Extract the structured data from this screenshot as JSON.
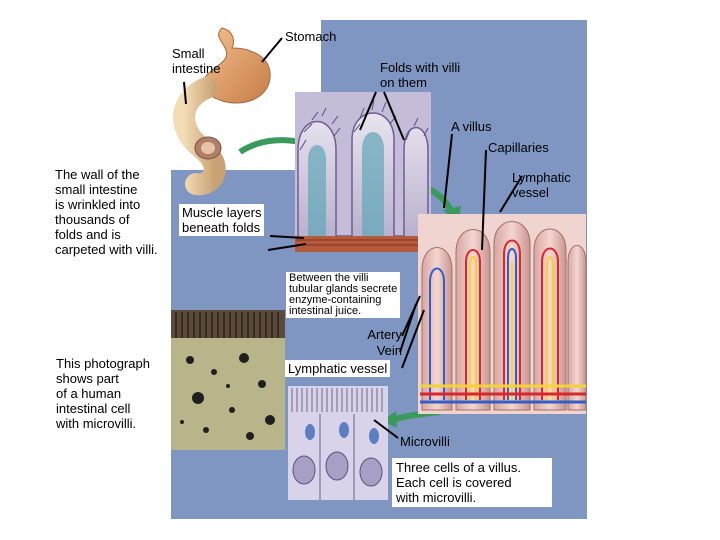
{
  "labels": {
    "stomach": "Stomach",
    "small_intestine": "Small\nintestine",
    "folds_with_villi": "Folds with villi\non them",
    "a_villus": "A villus",
    "capillaries": "Capillaries",
    "lymphatic_vessel_top": "Lymphatic\nvessel",
    "wall_description": "The wall of the\nsmall intestine\nis wrinkled into\nthousands of\nfolds and is\ncarpeted with villi.",
    "muscle_layers": "Muscle layers\nbeneath folds",
    "tubular_glands": "Between the villi\ntubular glands secrete\nenzyme-containing\nintestinal juice.",
    "artery": "Artery",
    "vein": "Vein",
    "lymphatic_vessel_bottom": "Lymphatic vessel",
    "photograph_description": "This photograph\nshows part\nof a human\nintestinal cell\nwith microvilli.",
    "microvilli": "Microvilli",
    "three_cells": "Three cells of a villus.\nEach cell is covered\nwith microvilli."
  },
  "colors": {
    "panel": "#7f95c2",
    "stomach": "#e7a873",
    "intestine": "#e6c59a",
    "villus": "#eec7c2",
    "capillary_red": "#d8262a",
    "vein_blue": "#2f5fc7",
    "lymph_yellow": "#f4d23a",
    "arrow_green": "#3a9a5b"
  }
}
